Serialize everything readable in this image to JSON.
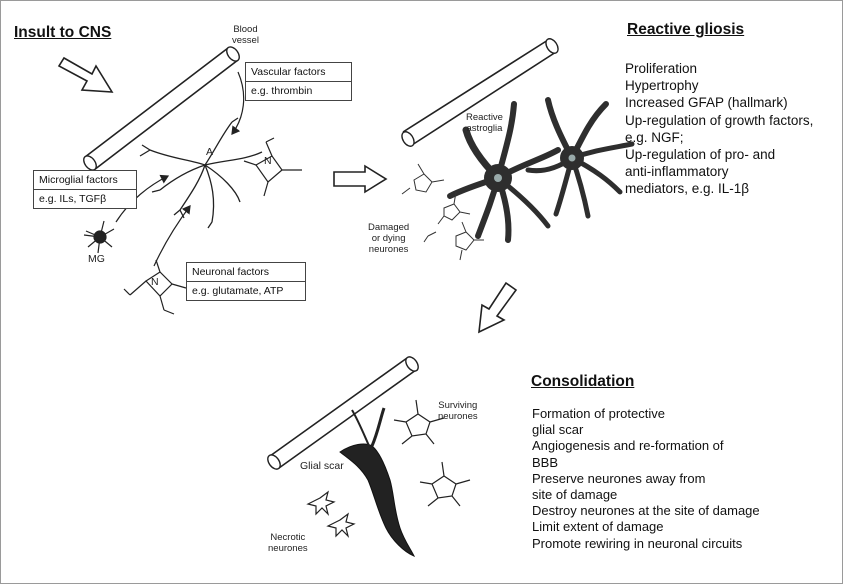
{
  "panels": {
    "insult": {
      "title": "Insult to CNS",
      "blood_vessel_label": "Blood\nvessel",
      "vascular_box": {
        "title": "Vascular factors",
        "example": "e.g. thrombin"
      },
      "microglial_box": {
        "title": "Microglial factors",
        "example": "e.g. ILs, TGFβ"
      },
      "neuronal_box": {
        "title": "Neuronal factors",
        "example": "e.g. glutamate, ATP"
      },
      "astrocyte_label": "A",
      "neuron_label_1": "N",
      "neuron_label_2": "N",
      "microglia_label": "MG"
    },
    "reactive": {
      "title": "Reactive gliosis",
      "astroglia_label": "Reactive\nastroglia",
      "damaged_label": "Damaged\nor dying\nneurones",
      "items": [
        "Proliferation",
        "Hypertrophy",
        "Increased GFAP (hallmark)",
        "Up-regulation of growth factors,",
        "e.g. NGF;",
        "Up-regulation of pro- and",
        "anti-inflammatory",
        "mediators, e.g. IL-1β"
      ]
    },
    "consolidation": {
      "title": "Consolidation",
      "surviving_label": "Surviving\nneurones",
      "glial_scar_label": "Glial scar",
      "necrotic_label": "Necrotic\nneurones",
      "items": [
        "Formation of protective",
        "glial scar",
        "Angiogenesis and re-formation of",
        "BBB",
        "Preserve neurones away from",
        "site of damage",
        "Destroy neurones at the site of damage",
        "Limit extent of damage",
        "Promote rewiring in neuronal circuits"
      ]
    }
  },
  "colors": {
    "ink": "#1a1a1a",
    "astrocyte_dark": "#2e2e2e",
    "nucleus": "#9aa"
  }
}
